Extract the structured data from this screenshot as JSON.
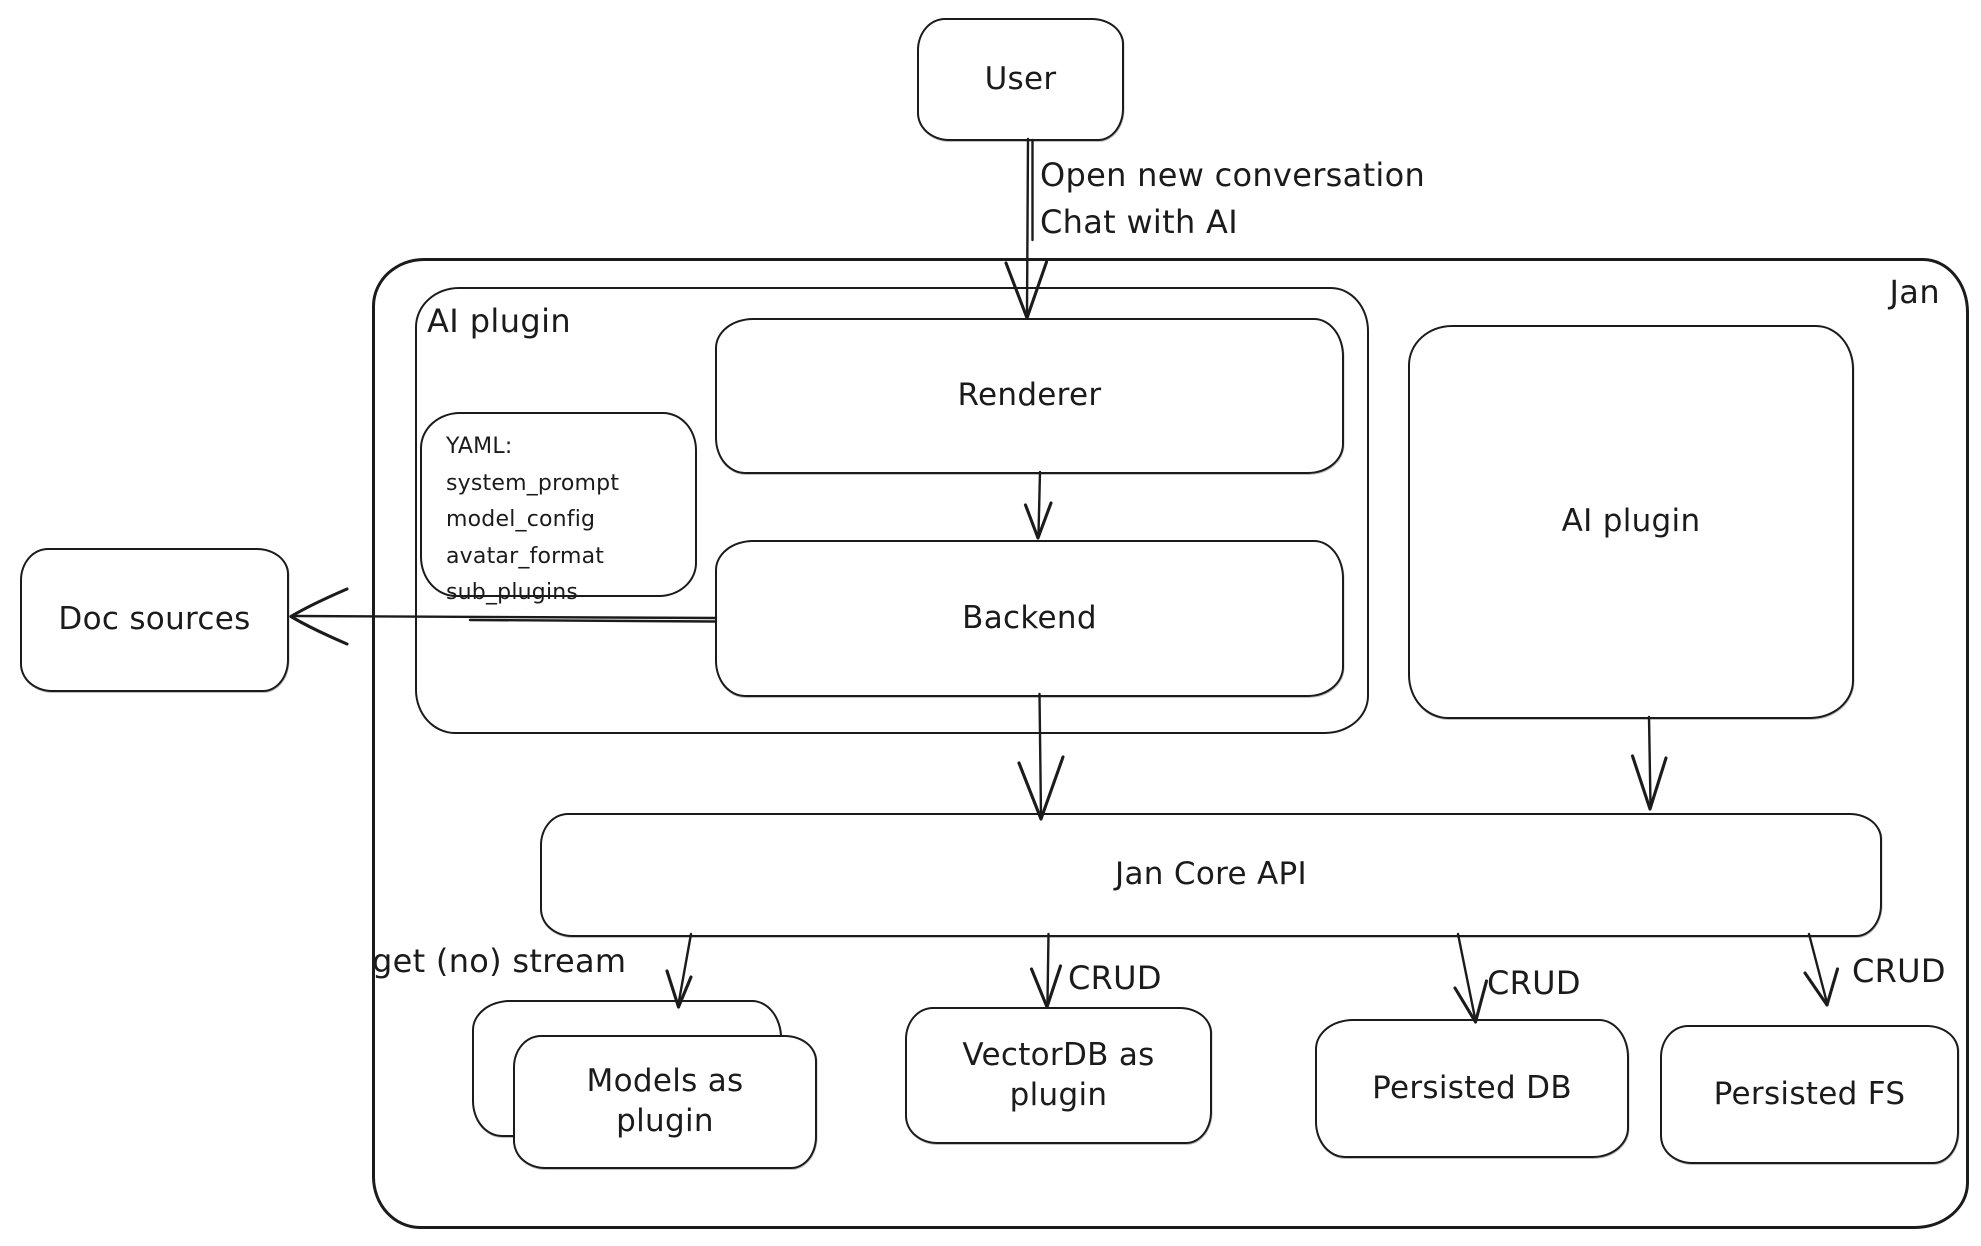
{
  "diagram": {
    "colors": {
      "ink": "#1b1b1b",
      "background": "#ffffff"
    },
    "nodes": {
      "user": {
        "label": "User"
      },
      "jan": {
        "label": "Jan"
      },
      "ai_plugin_group": {
        "label": "AI plugin"
      },
      "renderer": {
        "label": "Renderer"
      },
      "backend": {
        "label": "Backend"
      },
      "yaml_note": {
        "lines": [
          "YAML:",
          "system_prompt",
          "model_config",
          "avatar_format",
          "sub_plugins"
        ]
      },
      "doc_sources": {
        "label": "Doc sources"
      },
      "ai_plugin": {
        "label": "AI plugin"
      },
      "jan_core_api": {
        "label": "Jan Core API"
      },
      "models_plugin": {
        "label": "Models as plugin"
      },
      "vectordb_plugin": {
        "label": "VectorDB as plugin"
      },
      "persisted_db": {
        "label": "Persisted DB"
      },
      "persisted_fs": {
        "label": "Persisted FS"
      }
    },
    "edges": {
      "user_to_renderer": {
        "label": "Open new conversation\nChat with AI"
      },
      "core_to_models": {
        "label": "get (no) stream"
      },
      "core_to_vectordb": {
        "label": "CRUD"
      },
      "core_to_persisted_db": {
        "label": "CRUD"
      },
      "core_to_persisted_fs": {
        "label": "CRUD"
      }
    }
  }
}
